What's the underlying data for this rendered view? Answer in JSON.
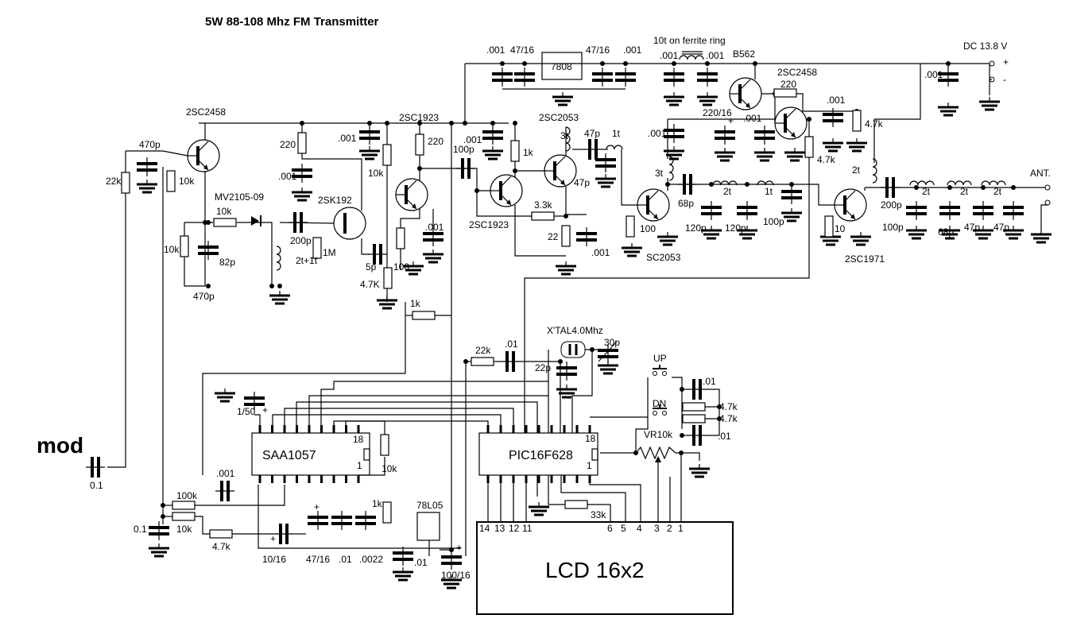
{
  "title": "5W 88-108 Mhz FM Transmitter",
  "input_label": "mod",
  "ic_labels": {
    "saa": "SAA1057",
    "pic": "PIC16F628",
    "reg": "7808",
    "lcd": "LCD 16x2"
  },
  "labels": [
    ".001",
    "47/16",
    "47/16",
    ".001",
    "10t on ferrite ring",
    ".001",
    ".001",
    "B562",
    "DC 13.8 V",
    "+",
    "-",
    ".001",
    "2SC2458",
    "220",
    ".001",
    "4.7k",
    "220/16",
    ".001",
    ".001",
    "2SC2053",
    "3t",
    "47p",
    "1t",
    ".001",
    "100p",
    "1k",
    "47p",
    "3.3k",
    "2SC1923",
    "22",
    ".001",
    "3t",
    "68p",
    "2t",
    "1t",
    "120p",
    "120p",
    "100p",
    "100",
    "SC2053",
    "10",
    "4.7k",
    "2t",
    "2SC1971",
    "ANT.",
    "200p",
    "2t",
    "2t",
    "2t",
    "100p",
    "68p",
    "47p",
    "47p",
    "2SC2458",
    "470p",
    "22k",
    "10k",
    "220",
    ".001",
    ".001",
    "10k",
    "2SC1923",
    "220",
    "MV2105-09",
    "10k",
    "2SK192",
    "200p",
    "1M",
    "2t+1t",
    "10k",
    "82p",
    "470p",
    "5p",
    "4.7K",
    "100",
    ".001",
    "1k",
    "0.1",
    "100k",
    "0.1",
    "10k",
    "4.7k",
    "1/50",
    "18",
    "1",
    "10k",
    ".001",
    "1k",
    "78L05",
    "10/16",
    "47/16",
    ".01",
    ".0022",
    ".01",
    "100/16",
    "22k",
    ".01",
    "X'TAL4.0Mhz",
    "22p",
    "30p",
    "UP",
    "DN",
    ".01",
    "4.7k",
    "4.7k",
    ".01",
    "VR10k",
    "18",
    "1",
    "33k",
    "14",
    "13",
    "12",
    "11",
    "6",
    "5",
    "4",
    "3",
    "2",
    "1",
    "+",
    "+",
    "+",
    "+",
    "+"
  ]
}
